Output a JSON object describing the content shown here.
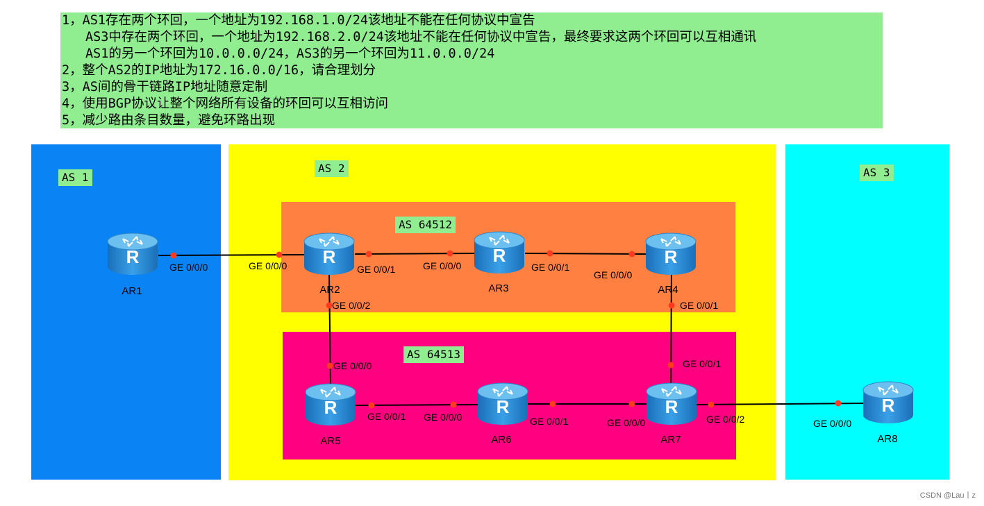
{
  "requirements": [
    "1，AS1存在两个环回，一个地址为192.168.1.0/24该地址不能在任何协议中宣告",
    "AS3中存在两个环回，一个地址为192.168.2.0/24该地址不能在任何协议中宣告，最终要求这两个环回可以互相通讯",
    "AS1的另一个环回为10.0.0.0/24，AS3的另一个环回为11.0.0.0/24",
    "2，整个AS2的IP地址为172.16.0.0/16，请合理划分",
    "3，AS间的骨干链路IP地址随意定制",
    "4，使用BGP协议让整个网络所有设备的环回可以互相访问",
    "5，减少路由条目数量，避免环路出现"
  ],
  "areas": {
    "as1": {
      "label": "AS 1",
      "color": "#0a84f4"
    },
    "as2": {
      "label": "AS 2",
      "color": "#ffff00"
    },
    "as3": {
      "label": "AS 3",
      "color": "#00ffff"
    },
    "as64512": {
      "label": "AS 64512",
      "color": "#ff8040"
    },
    "as64513": {
      "label": "AS 64513",
      "color": "#ff0080"
    }
  },
  "routers": {
    "ar1": {
      "label": "AR1"
    },
    "ar2": {
      "label": "AR2"
    },
    "ar3": {
      "label": "AR3"
    },
    "ar4": {
      "label": "AR4"
    },
    "ar5": {
      "label": "AR5"
    },
    "ar6": {
      "label": "AR6"
    },
    "ar7": {
      "label": "AR7"
    },
    "ar8": {
      "label": "AR8"
    }
  },
  "ports": {
    "ar1_g000": "GE 0/0/0",
    "ar2_g000": "GE 0/0/0",
    "ar2_g001": "GE 0/0/1",
    "ar2_g002": "GE 0/0/2",
    "ar3_g000": "GE 0/0/0",
    "ar3_g001": "GE 0/0/1",
    "ar4_g000": "GE 0/0/0",
    "ar4_g001": "GE 0/0/1",
    "ar5_g000": "GE 0/0/0",
    "ar5_g001": "GE 0/0/1",
    "ar6_g000": "GE 0/0/0",
    "ar6_g001": "GE 0/0/1",
    "ar7_g000": "GE 0/0/0",
    "ar7_g001": "GE 0/0/1",
    "ar7_g002": "GE 0/0/2",
    "ar8_g000": "GE 0/0/0"
  },
  "links": [
    {
      "from": "AR1",
      "to": "AR2"
    },
    {
      "from": "AR2",
      "to": "AR3"
    },
    {
      "from": "AR3",
      "to": "AR4"
    },
    {
      "from": "AR2",
      "to": "AR5"
    },
    {
      "from": "AR4",
      "to": "AR7"
    },
    {
      "from": "AR5",
      "to": "AR6"
    },
    {
      "from": "AR6",
      "to": "AR7"
    },
    {
      "from": "AR7",
      "to": "AR8"
    }
  ],
  "icons": {
    "router": "router-icon"
  },
  "colors": {
    "link": "#000000",
    "port_dot": "#ff3b1f",
    "router_body": "#1e88d6",
    "router_top": "#6cc0f0"
  },
  "watermark": "CSDN @Lau丨z"
}
